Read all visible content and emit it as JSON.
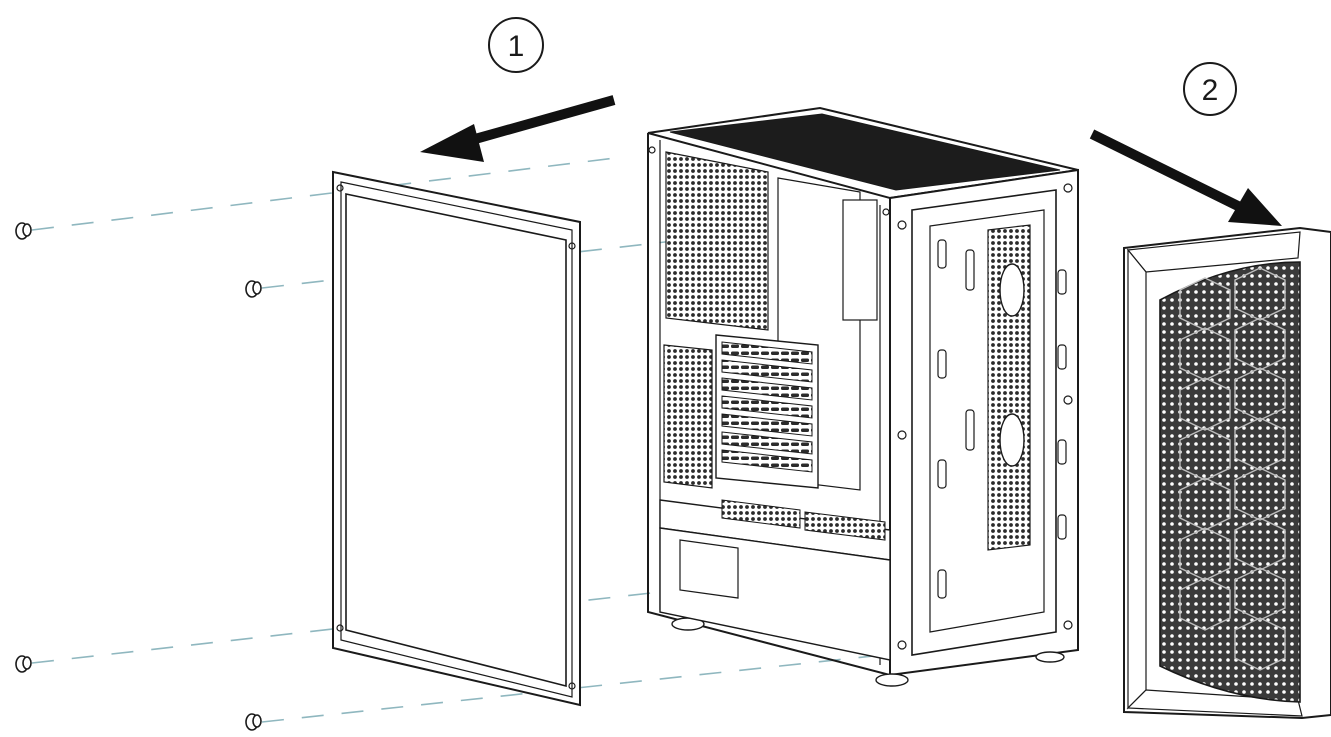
{
  "steps": [
    {
      "number": "1",
      "action": "remove-side-panel"
    },
    {
      "number": "2",
      "action": "remove-front-panel"
    }
  ],
  "colors": {
    "line": "#1a1a1a",
    "guide": "#8fb7bf",
    "mesh": "#2b2b2b",
    "panel_fill": "#ffffff",
    "top_filter": "#1c1c1c"
  },
  "icons": {
    "side_screw": "thumb-screw-icon",
    "arrow": "removal-arrow-icon"
  }
}
